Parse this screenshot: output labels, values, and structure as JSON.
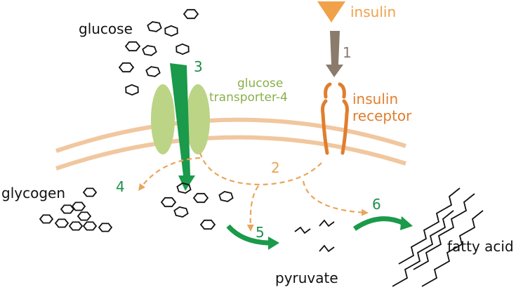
{
  "labels": {
    "glucose": "glucose",
    "insulin": "insulin",
    "transporter_line1": "glucose",
    "transporter_line2": "transporter-4",
    "receptor_line1": "insulin",
    "receptor_line2": "receptor",
    "glycogen": "glycogen",
    "pyruvate": "pyruvate",
    "fatty_acid": "fatty acid"
  },
  "steps": {
    "one": "1",
    "two": "2",
    "three": "3",
    "four": "4",
    "five": "5",
    "six": "6"
  },
  "colors": {
    "insulin": "#f0a24a",
    "insulin_arrow": "#8b7b6b",
    "receptor": "#e07e2e",
    "transporter": "#bcd486",
    "transporter_label": "#8ab04a",
    "step_green": "#1f8f4a",
    "arrow_green": "#1a9a4a",
    "dashed_arrow": "#e9a55a",
    "membrane": "#f1c79f",
    "molecule": "#111111"
  },
  "icons": {
    "glucose_molecule": "hexagon-icon",
    "insulin": "triangle-icon",
    "pyruvate": "zigzag-icon",
    "fatty_acid": "wavy-chain-icon",
    "glycogen": "branched-hexagon-chain-icon"
  }
}
